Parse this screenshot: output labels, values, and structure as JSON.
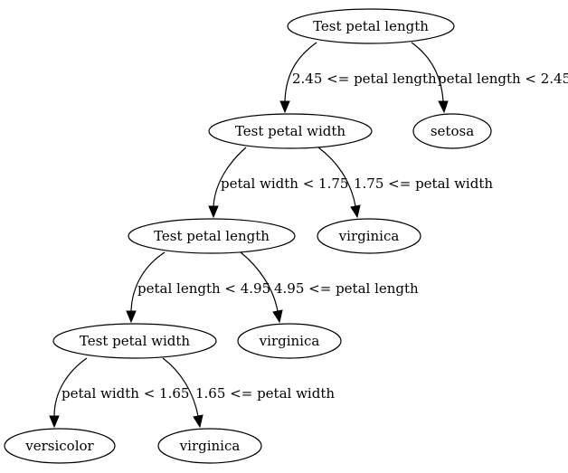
{
  "diagram": {
    "nodes": [
      {
        "id": "n1",
        "label": "Test petal length"
      },
      {
        "id": "n2",
        "label": "Test petal width"
      },
      {
        "id": "n3",
        "label": "setosa"
      },
      {
        "id": "n4",
        "label": "Test petal length"
      },
      {
        "id": "n5",
        "label": "virginica"
      },
      {
        "id": "n6",
        "label": "Test petal width"
      },
      {
        "id": "n7",
        "label": "virginica"
      },
      {
        "id": "n8",
        "label": "versicolor"
      },
      {
        "id": "n9",
        "label": "virginica"
      }
    ],
    "edges": [
      {
        "from": "n1",
        "to": "n2",
        "label": "2.45 <= petal length"
      },
      {
        "from": "n1",
        "to": "n3",
        "label": "petal length < 2.45"
      },
      {
        "from": "n2",
        "to": "n4",
        "label": "petal width < 1.75"
      },
      {
        "from": "n2",
        "to": "n5",
        "label": "1.75 <= petal width"
      },
      {
        "from": "n4",
        "to": "n6",
        "label": "petal length < 4.95"
      },
      {
        "from": "n4",
        "to": "n7",
        "label": "4.95 <= petal length"
      },
      {
        "from": "n6",
        "to": "n8",
        "label": "petal width < 1.65"
      },
      {
        "from": "n6",
        "to": "n9",
        "label": "1.65 <= petal width"
      }
    ]
  }
}
